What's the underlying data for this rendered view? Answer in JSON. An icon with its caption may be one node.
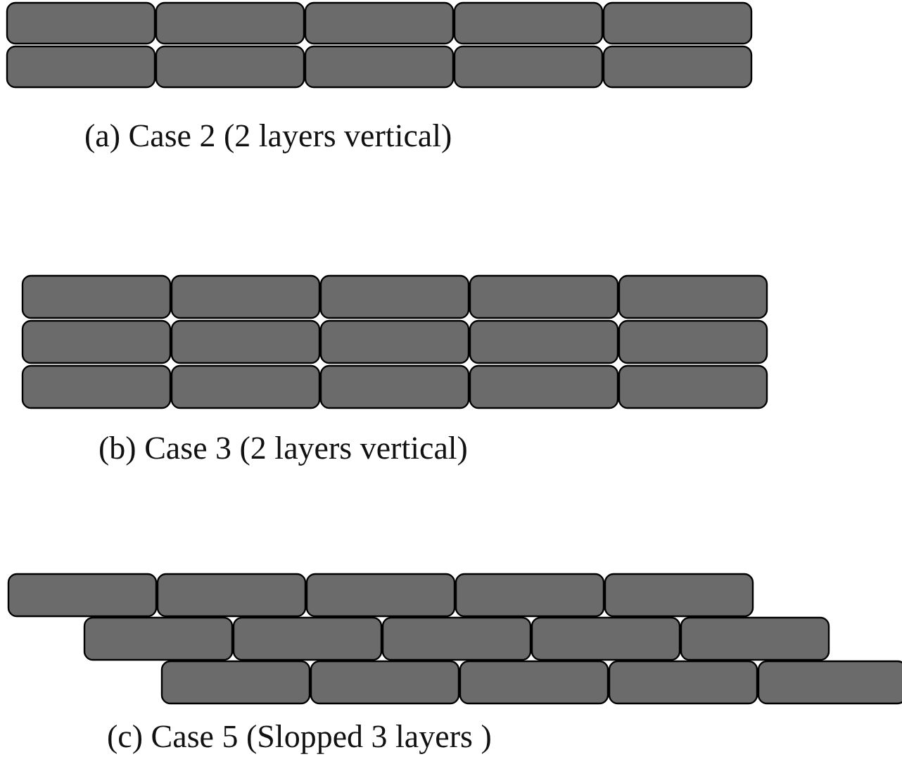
{
  "diagram": {
    "labels": [
      "(a) Case 2 (2 layers vertical)",
      "(b) Case 3 (2 layers vertical)",
      "(c) Case 5 (Slopped 3 layers )"
    ]
  }
}
